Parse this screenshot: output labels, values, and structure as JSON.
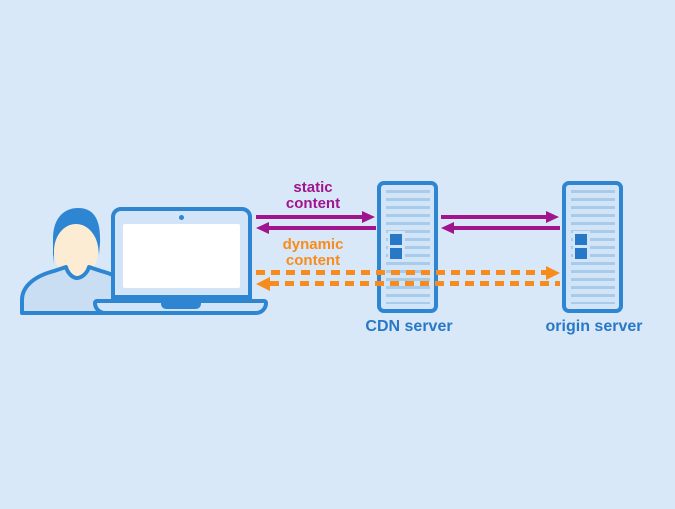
{
  "colors": {
    "background": "#d9e8f8",
    "outline_blue": "#2e86d3",
    "panel_fill": "#d2e4f7",
    "stripe_blue": "#a9cbea",
    "accent_blue": "#2878c8",
    "static_purple": "#a0148e",
    "dynamic_orange": "#f78c1c",
    "face_skin": "#fcecd4",
    "body_fill": "#c9ddf3",
    "screen_white": "#ffffff"
  },
  "nodes": {
    "user": {
      "icon": "person-at-laptop-icon"
    },
    "cdn": {
      "label": "CDN server"
    },
    "origin": {
      "label": "origin server"
    }
  },
  "flows": {
    "static": {
      "label": "static content",
      "style": "solid",
      "color": "#a0148e"
    },
    "dynamic": {
      "label": "dynamic content",
      "style": "dashed",
      "color": "#f78c1c"
    }
  },
  "edges": [
    {
      "from": "user",
      "to": "cdn",
      "flow": "static",
      "direction": "right"
    },
    {
      "from": "cdn",
      "to": "user",
      "flow": "static",
      "direction": "left"
    },
    {
      "from": "cdn",
      "to": "origin",
      "flow": "static",
      "direction": "right"
    },
    {
      "from": "origin",
      "to": "cdn",
      "flow": "static",
      "direction": "left"
    },
    {
      "from": "user",
      "to": "origin",
      "flow": "dynamic",
      "direction": "right"
    },
    {
      "from": "origin",
      "to": "user",
      "flow": "dynamic",
      "direction": "left"
    }
  ]
}
